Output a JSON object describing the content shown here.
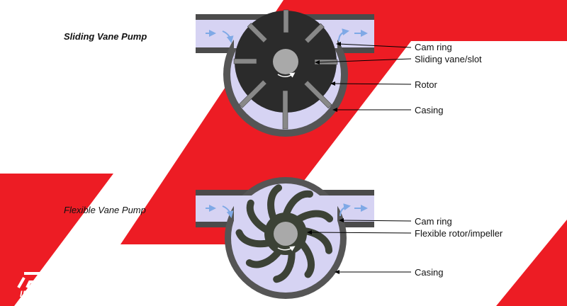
{
  "colors": {
    "brand_red": "#ED1C24",
    "casing": "#555555",
    "pipe": "#4b4b4b",
    "fluid": "#d6d3f3",
    "rotor": "#2b2b2b",
    "impeller": "#3c4236",
    "hub": "#a9a9a9",
    "flow_arrow": "#7fa9e6"
  },
  "logo": {
    "text": "IDROLIC",
    "icon": "fidrolic-logo-mark"
  },
  "sliding_vane_pump": {
    "title": "Sliding Vane Pump",
    "labels": {
      "cam_ring": "Cam ring",
      "sliding_vane": "Sliding vane/slot",
      "rotor": "Rotor",
      "casing": "Casing"
    }
  },
  "flexible_vane_pump": {
    "title": "Flexible Vane Pump",
    "labels": {
      "cam_ring": "Cam ring",
      "flexible_rotor": "Flexible rotor/impeller",
      "casing": "Casing"
    }
  }
}
